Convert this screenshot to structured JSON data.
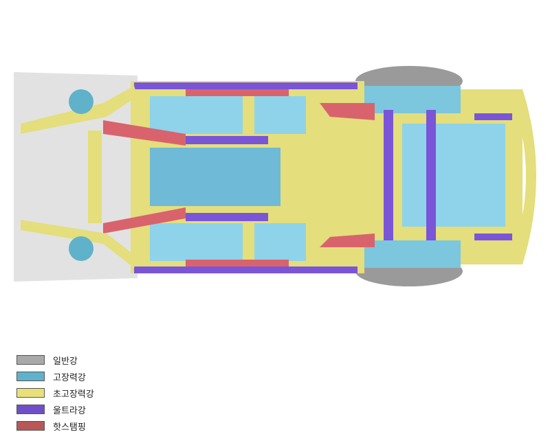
{
  "colors": {
    "mild_steel": "#a9a9a9",
    "high_strength": "#5fb2c9",
    "advanced_high_strength": "#e9e07a",
    "ultra_high_strength": "#6e4fc9",
    "hot_stamping": "#b85757",
    "body_blue": "#8fd3ea",
    "body_yellow": "#e4de7c",
    "body_purple": "#7a55d8",
    "body_red": "#d9636c"
  },
  "legend": [
    {
      "label": "일반강",
      "color": "#a9a9a9"
    },
    {
      "label": "고장력강",
      "color": "#5fb2c9"
    },
    {
      "label": "초고장력강",
      "color": "#e9e07a"
    },
    {
      "label": "울트라강",
      "color": "#6e4fc9"
    },
    {
      "label": "핫스탬핑",
      "color": "#b85757"
    }
  ]
}
